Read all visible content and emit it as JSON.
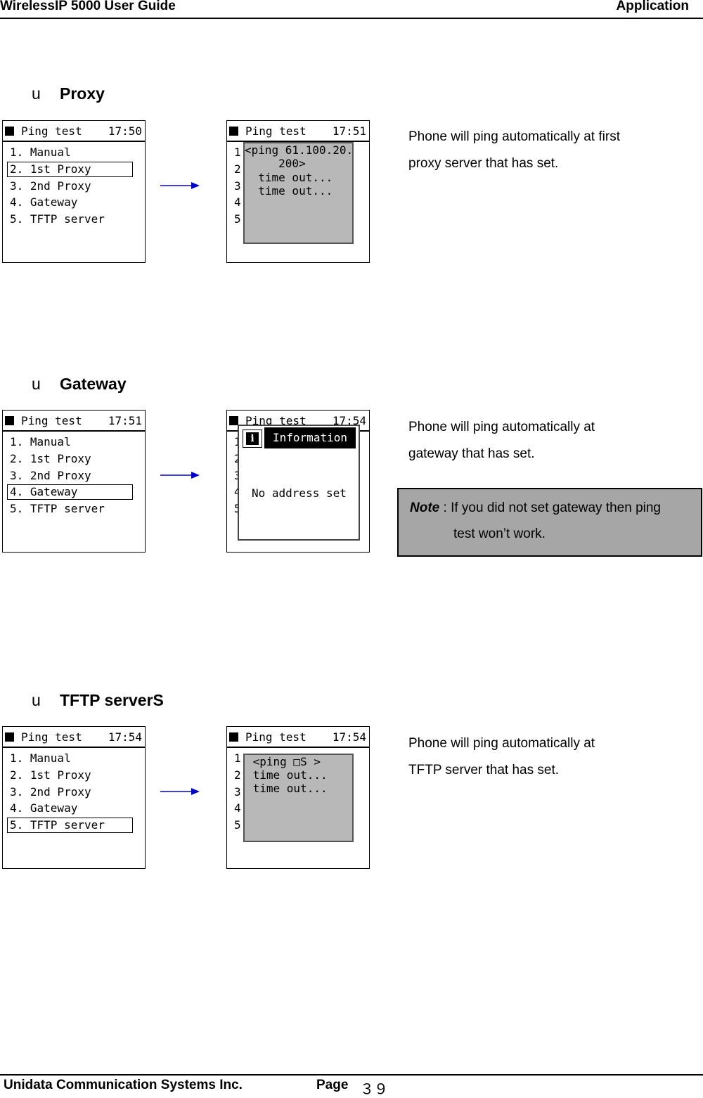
{
  "header": {
    "left": "WirelessIP 5000 User Guide",
    "right": "Application"
  },
  "bullet_glyph": "u",
  "sections": [
    {
      "title": "Proxy",
      "menu_screen": {
        "title": "Ping test",
        "time": "17:50",
        "items": [
          "1. Manual",
          "2. 1st Proxy",
          "3. 2nd Proxy",
          "4. Gateway",
          "5. TFTP server"
        ],
        "highlight_index": 1
      },
      "result_screen": {
        "title": "Ping test",
        "time": "17:51",
        "lines": [
          "<ping 61.100.20.",
          "     200>",
          "  time out...",
          "  time out..."
        ]
      },
      "description": [
        "Phone will ping automatically at first",
        "proxy server that has set."
      ]
    },
    {
      "title": "Gateway",
      "menu_screen": {
        "title": "Ping test",
        "time": "17:51",
        "items": [
          "1. Manual",
          "2. 1st Proxy",
          "3. 2nd Proxy",
          "4. Gateway",
          "5. TFTP server"
        ],
        "highlight_index": 3
      },
      "result_screen": {
        "title": "Ping test",
        "time": "17:54",
        "dialog_title": "Information",
        "dialog_message": "No address set"
      },
      "description": [
        "Phone will ping automatically at",
        "gateway that has set."
      ],
      "note": {
        "label": "Note",
        "sep": " : ",
        "line1": "If you did not set gateway then ping",
        "line2": "test won’t work."
      }
    },
    {
      "title": "TFTP serverS",
      "menu_screen": {
        "title": "Ping test",
        "time": "17:54",
        "items": [
          "1. Manual",
          "2. 1st Proxy",
          "3. 2nd Proxy",
          "4. Gateway",
          "5. TFTP server"
        ],
        "highlight_index": 4
      },
      "result_screen": {
        "title": "Ping test",
        "time": "17:54",
        "lines": [
          " <ping □S >",
          " time out...",
          " time out..."
        ]
      },
      "description": [
        "Phone will ping automatically at",
        "TFTP server that has set."
      ]
    }
  ],
  "row_numbers": [
    "1",
    "2",
    "3",
    "4",
    "5"
  ],
  "footer": {
    "company": "Unidata Communication Systems Inc.",
    "page_label": "Page",
    "page_number": "３９"
  },
  "colors": {
    "arrow": "#0000cc",
    "note_bg": "#a6a6a6",
    "popup_bg": "#b8b8b8"
  }
}
